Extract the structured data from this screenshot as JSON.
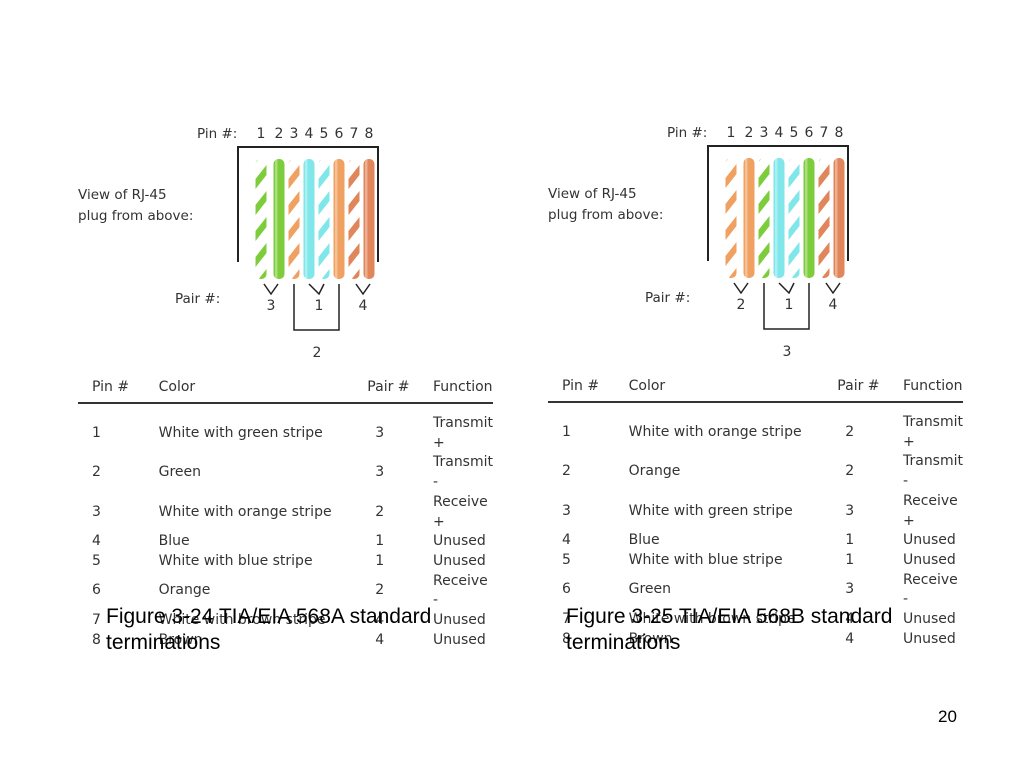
{
  "panels": [
    {
      "id": "a",
      "pin_header": "Pin #:",
      "view_label_1": "View of RJ-45",
      "view_label_2": "plug from above:",
      "pair_header": "Pair #:",
      "pins": [
        "1",
        "2",
        "3",
        "4",
        "5",
        "6",
        "7",
        "8"
      ],
      "wires": [
        {
          "base": "#ffffff",
          "stripe": "#7dcc3c"
        },
        {
          "base": "#7dcc3c",
          "stripe": ""
        },
        {
          "base": "#ffffff",
          "stripe": "#f0a060"
        },
        {
          "base": "#7fe6ea",
          "stripe": ""
        },
        {
          "base": "#ffffff",
          "stripe": "#7fe6ea"
        },
        {
          "base": "#f0a060",
          "stripe": ""
        },
        {
          "base": "#ffffff",
          "stripe": "#e0865a"
        },
        {
          "base": "#e0865a",
          "stripe": ""
        }
      ],
      "pair_labels": [
        "3",
        "1",
        "4",
        "2"
      ],
      "table": {
        "headers": [
          "Pin #",
          "Color",
          "Pair #",
          "Function"
        ],
        "rows": [
          [
            "1",
            "White with green stripe",
            "3",
            "Transmit +"
          ],
          [
            "2",
            "Green",
            "3",
            "Transmit -"
          ],
          [
            "3",
            "White with orange stripe",
            "2",
            "Receive +"
          ],
          [
            "4",
            "Blue",
            "1",
            "Unused"
          ],
          [
            "5",
            "White with blue stripe",
            "1",
            "Unused"
          ],
          [
            "6",
            "Orange",
            "2",
            "Receive -"
          ],
          [
            "7",
            "White with brown stripe",
            "4",
            "Unused"
          ],
          [
            "8",
            "Brown",
            "4",
            "Unused"
          ]
        ]
      },
      "caption_line1": "Figure 3-24 TIA/EIA 568A standard",
      "caption_line2": "terminations"
    },
    {
      "id": "b",
      "pin_header": "Pin #:",
      "view_label_1": "View of RJ-45",
      "view_label_2": "plug from above:",
      "pair_header": "Pair #:",
      "pins": [
        "1",
        "2",
        "3",
        "4",
        "5",
        "6",
        "7",
        "8"
      ],
      "wires": [
        {
          "base": "#ffffff",
          "stripe": "#f0a060"
        },
        {
          "base": "#f0a060",
          "stripe": ""
        },
        {
          "base": "#ffffff",
          "stripe": "#7dcc3c"
        },
        {
          "base": "#7fe6ea",
          "stripe": ""
        },
        {
          "base": "#ffffff",
          "stripe": "#7fe6ea"
        },
        {
          "base": "#7dcc3c",
          "stripe": ""
        },
        {
          "base": "#ffffff",
          "stripe": "#e0865a"
        },
        {
          "base": "#e0865a",
          "stripe": ""
        }
      ],
      "pair_labels": [
        "2",
        "1",
        "4",
        "3"
      ],
      "table": {
        "headers": [
          "Pin #",
          "Color",
          "Pair #",
          "Function"
        ],
        "rows": [
          [
            "1",
            "White with orange stripe",
            "2",
            "Transmit +"
          ],
          [
            "2",
            "Orange",
            "2",
            "Transmit -"
          ],
          [
            "3",
            "White with green stripe",
            "3",
            "Receive +"
          ],
          [
            "4",
            "Blue",
            "1",
            "Unused"
          ],
          [
            "5",
            "White with blue stripe",
            "1",
            "Unused"
          ],
          [
            "6",
            "Green",
            "3",
            "Receive -"
          ],
          [
            "7",
            "White with brown stripe",
            "4",
            "Unused"
          ],
          [
            "8",
            "Brown",
            "4",
            "Unused"
          ]
        ]
      },
      "caption_line1": "Figure 3-25 TIA/EIA 568B standard",
      "caption_line2": "terminations"
    }
  ],
  "page_number": "20"
}
